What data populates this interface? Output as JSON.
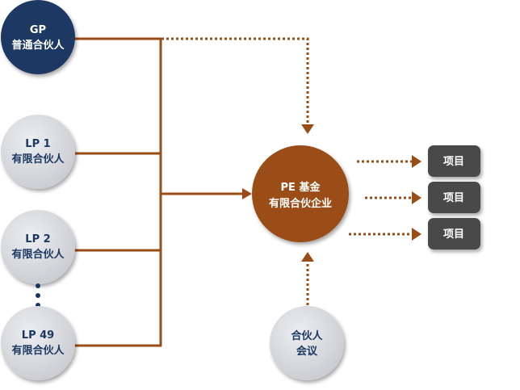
{
  "colors": {
    "gp_fill": "#1b3863",
    "lp_fill": "#dcdde1",
    "lp_text": "#1b3863",
    "fund_fill": "#9a4d16",
    "line": "#9a4d16",
    "project_fill": "#4a4a4a",
    "white": "#ffffff"
  },
  "gp": {
    "line1": "GP",
    "line2": "普通合伙人"
  },
  "lps": [
    {
      "line1": "LP 1",
      "line2": "有限合伙人"
    },
    {
      "line1": "LP 2",
      "line2": "有限合伙人"
    },
    {
      "line1": "LP 49",
      "line2": "有限合伙人"
    }
  ],
  "fund": {
    "line1": "PE 基金",
    "line2": "有限合伙企业"
  },
  "committee": {
    "line1": "合伙人",
    "line2": "会议"
  },
  "projects": [
    {
      "label": "项目"
    },
    {
      "label": "项目"
    },
    {
      "label": "项目"
    }
  ]
}
